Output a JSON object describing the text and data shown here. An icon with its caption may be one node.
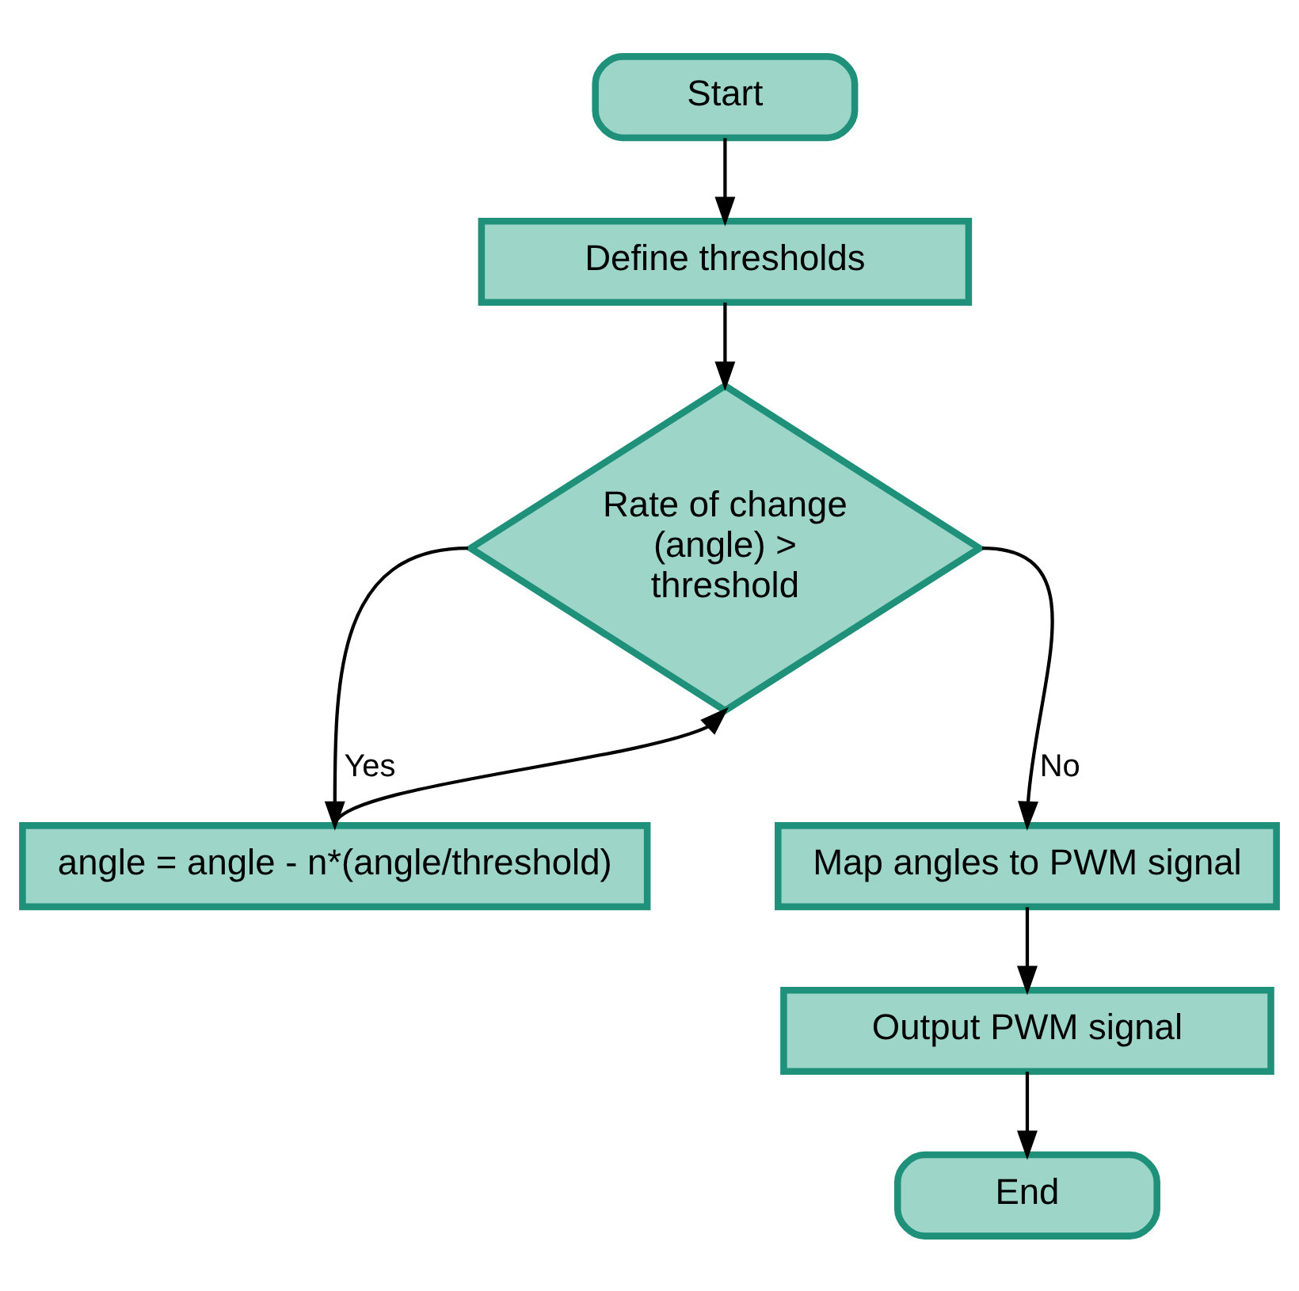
{
  "diagram": {
    "nodes": [
      {
        "text": [
          "Start"
        ]
      },
      {
        "text": [
          "Define thresholds"
        ]
      },
      {
        "text": [
          "Rate of change (angle) > threshold"
        ]
      },
      {
        "text": [
          "angle = angle - n*(angle/threshold)"
        ]
      },
      {
        "text": [
          "Map angles to PWM signal"
        ]
      },
      {
        "text": [
          "Output PWM signal"
        ]
      },
      {
        "text": [
          "End"
        ]
      }
    ],
    "edges": [
      {
        "from": 0,
        "to": 1,
        "arrow": "to"
      },
      {
        "from": 1,
        "to": 2,
        "arrow": "to"
      },
      {
        "from": 2,
        "to": 3,
        "label": "Yes",
        "arrow": "to"
      },
      {
        "from": 2,
        "to": 4,
        "label": "No",
        "arrow": "to"
      },
      {
        "from": 3,
        "to": 2,
        "arrow": "to"
      },
      {
        "from": 4,
        "to": 5,
        "arrow": "to"
      },
      {
        "from": 5,
        "to": 6,
        "arrow": "to"
      }
    ]
  }
}
